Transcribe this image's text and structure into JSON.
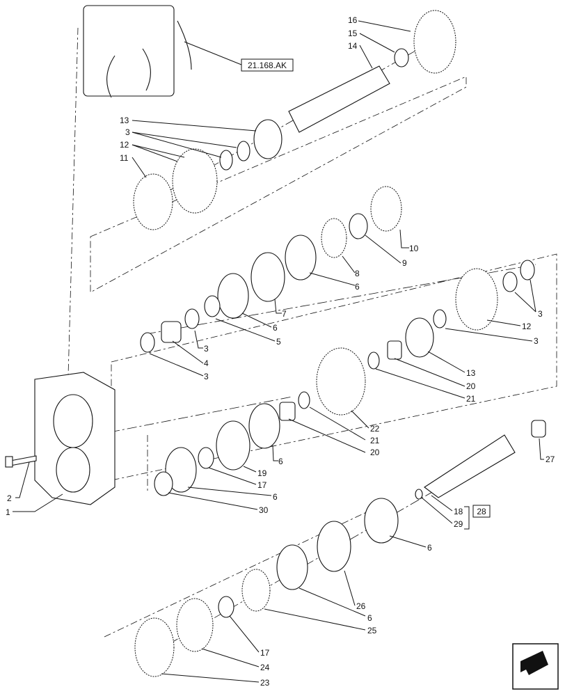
{
  "diagram": {
    "references": {
      "fork_ref": "21.168.AK",
      "assembly_ref": "28"
    },
    "callouts": {
      "c16": "16",
      "c15": "15",
      "c14": "14",
      "c13a": "13",
      "c3a": "3",
      "c12a": "12",
      "c11": "11",
      "c10": "10",
      "c9": "9",
      "c8": "8",
      "c6a": "6",
      "c7": "7",
      "c6b": "6",
      "c5": "5",
      "c3b": "3",
      "c4": "4",
      "c3c": "3",
      "c3d": "3",
      "c12b": "12",
      "c3e": "3",
      "c13b": "13",
      "c20a": "20",
      "c21a": "21",
      "c22": "22",
      "c21b": "21",
      "c20b": "20",
      "c6c": "6",
      "c19": "19",
      "c17a": "17",
      "c6d": "6",
      "c30": "30",
      "c2": "2",
      "c1": "1",
      "c27": "27",
      "c18": "18",
      "c29": "29",
      "c6e": "6",
      "c26": "26",
      "c6f": "6",
      "c25": "25",
      "c17b": "17",
      "c24": "24",
      "c23": "23"
    }
  }
}
